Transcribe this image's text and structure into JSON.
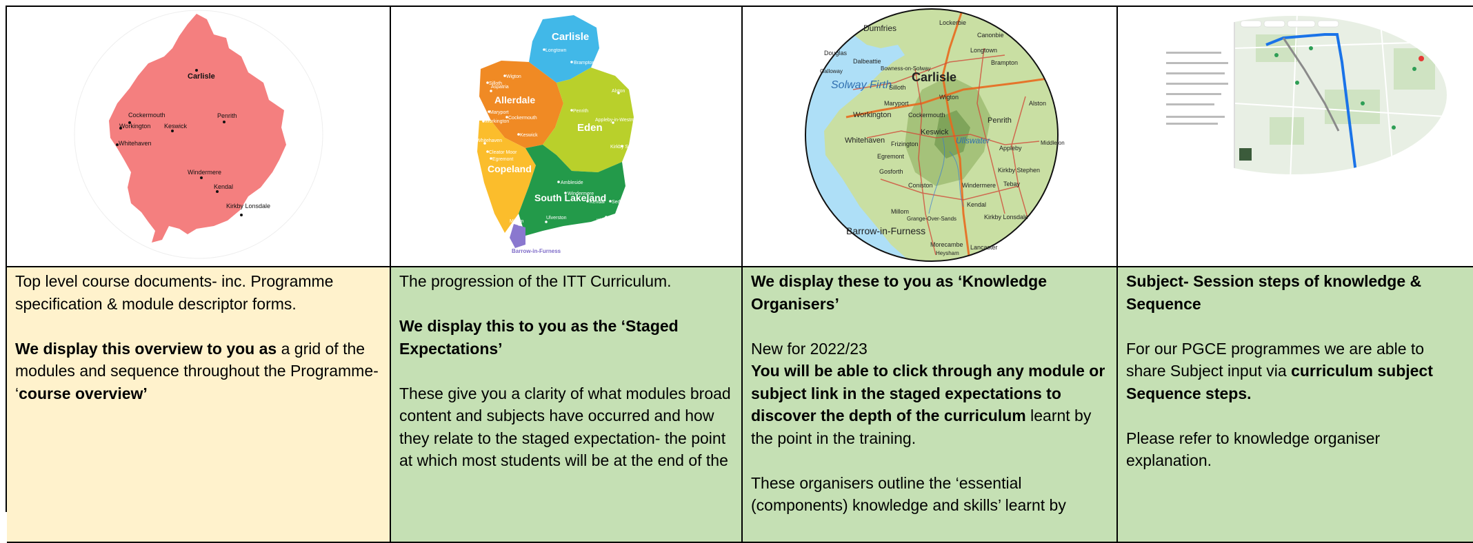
{
  "columns": [
    {
      "image": {
        "kind": "county-outline-map",
        "color": "#f47f7f",
        "towns": [
          "Carlisle",
          "Cockermouth",
          "Workington",
          "Keswick",
          "Penrith",
          "Whitehaven",
          "Windermere",
          "Kendal",
          "Kirkby Lonsdale"
        ]
      },
      "background": "#fff2cc",
      "lines": [
        {
          "segments": [
            {
              "text": "Top level course documents- inc. Programme specification & module descriptor forms.",
              "bold": false
            }
          ]
        },
        {
          "segments": [
            {
              "text": "We display this overview to you as",
              "bold": true
            },
            {
              "text": " a grid of the modules and sequence throughout the Programme- ‘",
              "bold": false
            },
            {
              "text": "course overview’",
              "bold": true
            }
          ]
        }
      ]
    },
    {
      "image": {
        "kind": "district-map",
        "districts": [
          {
            "name": "Carlisle",
            "color": "#41b8e8"
          },
          {
            "name": "Allerdale",
            "color": "#f08a24"
          },
          {
            "name": "Eden",
            "color": "#b9d02b"
          },
          {
            "name": "Copeland",
            "color": "#fbbd2c"
          },
          {
            "name": "South Lakeland",
            "color": "#239a4a"
          },
          {
            "name": "Barrow-in-Furness",
            "color": "#8a78cf"
          }
        ],
        "towns": [
          "Longtown",
          "Brampton",
          "Wigton",
          "Silloth",
          "Aspatria",
          "Maryport",
          "Workington",
          "Cockermouth",
          "Keswick",
          "Penrith",
          "Alston",
          "Appleby-in-Westmorland",
          "Kirkby Stephen",
          "Whitehaven",
          "Cleator Moor",
          "Egremont",
          "Ambleside",
          "Windermere",
          "Kendal",
          "Sedbergh",
          "Ulverston",
          "Kirkby Lonsdale",
          "Millom"
        ]
      },
      "background": "#c5e0b4",
      "lines": [
        {
          "segments": [
            {
              "text": "The progression of the ITT Curriculum.",
              "bold": false
            }
          ]
        },
        {
          "segments": [
            {
              "text": "We display this to you as the ‘Staged Expectations’",
              "bold": true
            }
          ]
        },
        {
          "segments": [
            {
              "text": "These give you a clarity of what modules broad content and subjects have occurred and how they relate to the staged expectation- the point at which most students will be at the end of the",
              "bold": false
            }
          ]
        }
      ]
    },
    {
      "image": {
        "kind": "road-map-circle",
        "labels": [
          "Dumfries",
          "Lockerbie",
          "Canonbie",
          "Douglas",
          "Dalbeattie",
          "Bowness-on-Solway",
          "Longtown",
          "Carlisle",
          "Brampton",
          "Galloway",
          "Solway Firth",
          "Silloth",
          "Maryport",
          "Wigton",
          "Workington",
          "Whitehaven",
          "Cockermouth",
          "Keswick",
          "Penrith",
          "Alston",
          "Egremont",
          "Frizington",
          "Ullswater",
          "Appleby",
          "Middleton",
          "Gosforth",
          "Coniston",
          "Windermere",
          "Kendal",
          "Kirkby Stephen",
          "Tebay",
          "Millom",
          "Grange-Over-Sands",
          "Kirkby Lonsdale",
          "Barrow-in-Furness",
          "Morecambe",
          "Lancaster",
          "Heysham"
        ]
      },
      "background": "#c5e0b4",
      "lines": [
        {
          "segments": [
            {
              "text": "We display these to you as ‘Knowledge Organisers’",
              "bold": true
            }
          ]
        },
        {
          "segments": [
            {
              "text": "New for 2022/23",
              "bold": false
            }
          ]
        },
        {
          "segments": [
            {
              "text": "You will be able to click through any module or subject link in the staged expectations to discover the depth of the curriculum",
              "bold": true
            },
            {
              "text": " learnt by the point in the training.",
              "bold": false
            }
          ]
        },
        {
          "segments": [
            {
              "text": "These organisers outline the ‘essential (components) knowledge and skills’ learnt by",
              "bold": false
            }
          ]
        }
      ],
      "gap_after": [
        0,
        2
      ]
    },
    {
      "image": {
        "kind": "route-screenshot-oval",
        "route_color": "#1a73e8"
      },
      "background": "#c5e0b4",
      "lines": [
        {
          "segments": [
            {
              "text": "Subject- Session steps of knowledge & Sequence",
              "bold": true
            }
          ]
        },
        {
          "segments": [
            {
              "text": "For our PGCE programmes we are able to share Subject input via ",
              "bold": false
            },
            {
              "text": "curriculum subject Sequence steps.",
              "bold": true
            }
          ]
        },
        {
          "segments": [
            {
              "text": "Please refer to knowledge organiser explanation.",
              "bold": false
            }
          ]
        }
      ]
    }
  ]
}
